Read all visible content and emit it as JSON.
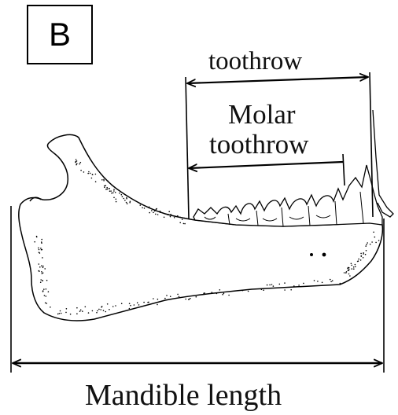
{
  "panel_label": "B",
  "labels": {
    "toothrow": "toothrow",
    "molar_line1": "Molar",
    "molar_line2": "toothrow",
    "mandible_length": "Mandible length"
  },
  "colors": {
    "ink": "#000000",
    "background": "#ffffff"
  }
}
